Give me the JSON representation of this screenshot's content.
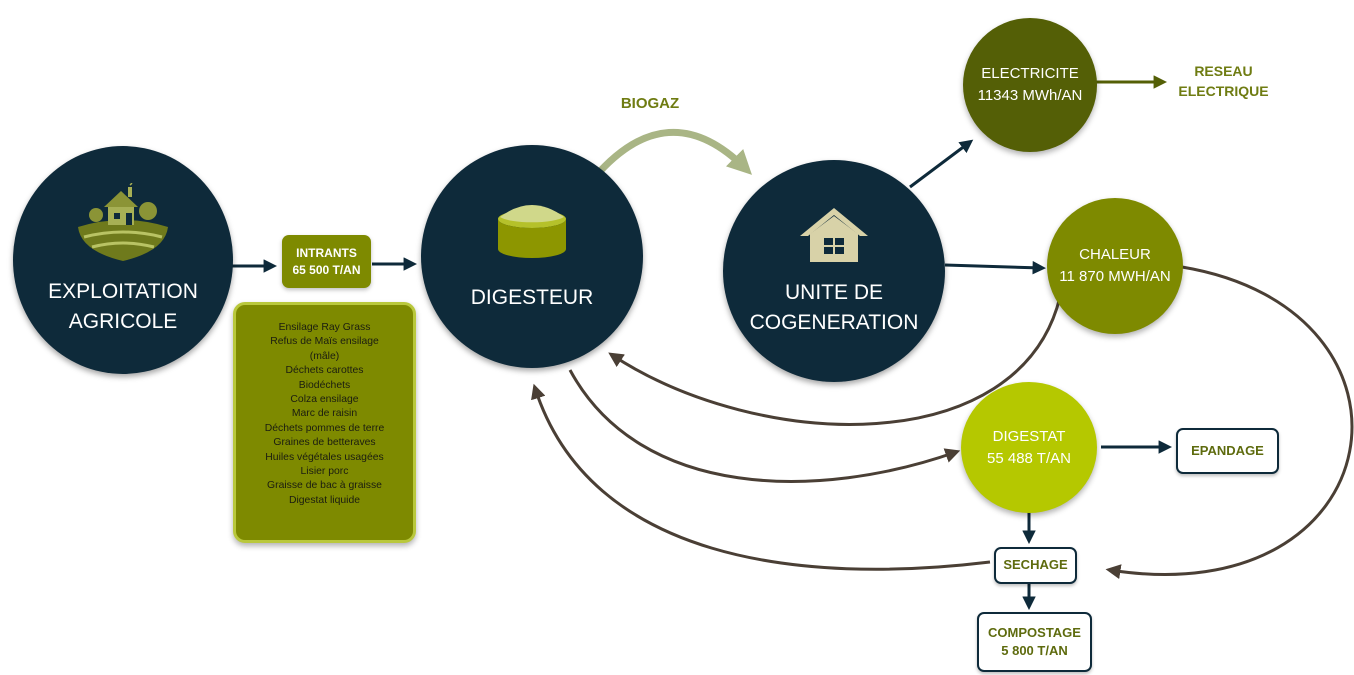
{
  "nodes": {
    "exploitation": {
      "line1": "EXPLOITATION",
      "line2": "AGRICOLE"
    },
    "intrants": {
      "line1": "INTRANTS",
      "line2": "65 500 T/AN"
    },
    "digesteur": {
      "label": "DIGESTEUR"
    },
    "cogeneration": {
      "line1": "UNITE DE",
      "line2": "COGENERATION"
    },
    "electricite": {
      "line1": "ELECTRICITE",
      "line2": "11343 MWh/AN"
    },
    "reseau": {
      "line1": "RESEAU",
      "line2": "ELECTRIQUE"
    },
    "chaleur": {
      "line1": "CHALEUR",
      "line2": "11 870 MWH/AN"
    },
    "digestat": {
      "line1": "DIGESTAT",
      "line2": "55 488 T/AN"
    },
    "epandage": {
      "label": "EPANDAGE"
    },
    "sechage": {
      "label": "SECHAGE"
    },
    "compostage": {
      "line1": "COMPOSTAGE",
      "line2": "5 800 T/AN"
    }
  },
  "biogaz_label": "BIOGAZ",
  "inputs_list": [
    "Ensilage Ray Grass",
    "Refus de Maïs ensilage",
    "(mâle)",
    "Déchets carottes",
    "Biodéchets",
    "Colza ensilage",
    "Marc de raisin",
    "Déchets pommes de terre",
    "Graines de betteraves",
    "Huiles végétales usagées",
    "Lisier porc",
    "Graisse de bac à graisse",
    "Digestat liquide"
  ],
  "colors": {
    "navy": "#0e2a3a",
    "olive_dark": "#545f06",
    "olive": "#7e8a00",
    "lime": "#b5c800",
    "return_arrow": "#4a3f35",
    "biogaz_arrow": "#a9b585"
  },
  "icons": [
    "farm-icon",
    "tank-icon",
    "house-icon"
  ]
}
